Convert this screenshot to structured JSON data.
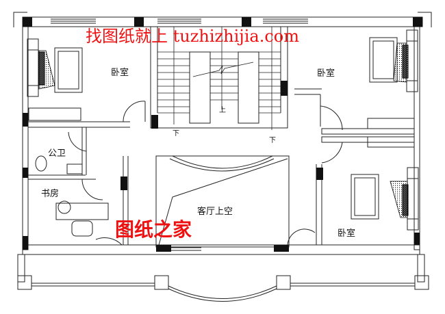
{
  "watermarks": {
    "top": "找图纸就上 tuzhizhijia.com",
    "middle": "图纸之家",
    "color": "#ee1111"
  },
  "rooms": {
    "bedroom_nw": "卧室",
    "bedroom_ne": "卧室",
    "bedroom_se": "卧室",
    "bathroom": "公卫",
    "study": "书房",
    "living_void": "客厅上空"
  },
  "stairs": {
    "up_label": "上",
    "down_left": "下",
    "down_right": "下"
  },
  "colors": {
    "wall": "#000000",
    "line": "#222222",
    "background": "#ffffff"
  }
}
